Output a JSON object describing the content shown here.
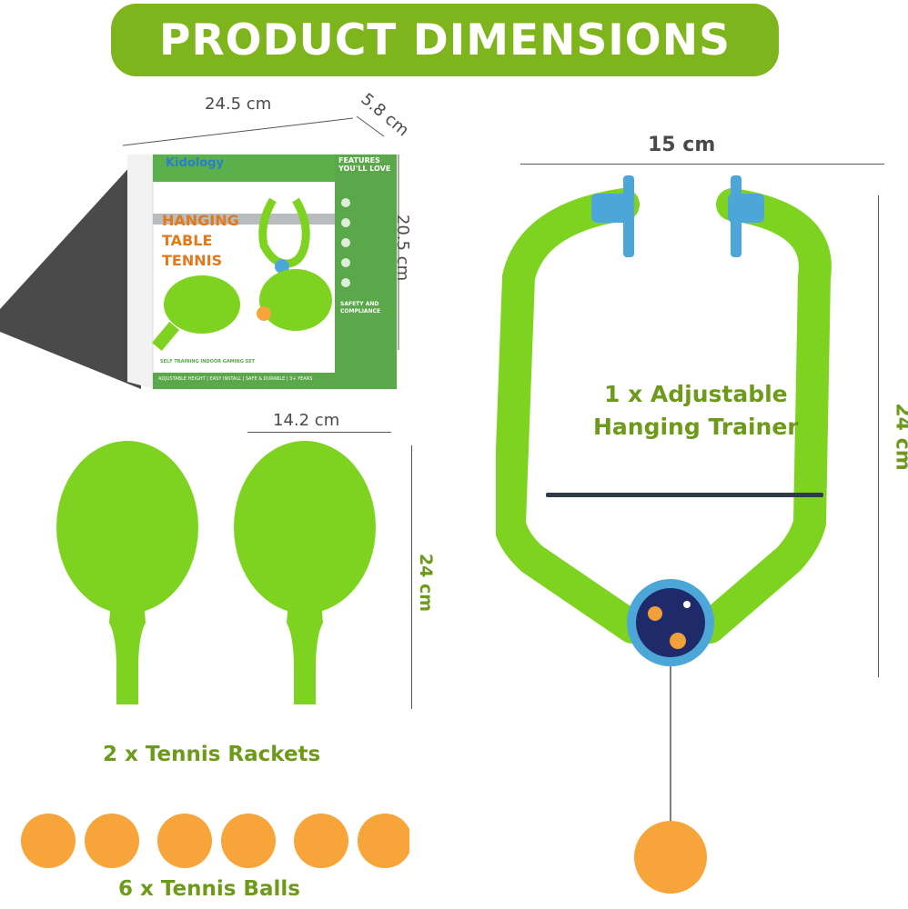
{
  "banner": {
    "title": "PRODUCT DIMENSIONS"
  },
  "box": {
    "width_label": "24.5 cm",
    "depth_label": "5.8 cm",
    "height_label": "20.5 cm",
    "brand": "Kidology",
    "title_line1": "HANGING",
    "title_line2": "TABLE",
    "title_line3": "TENNIS",
    "features_title_line1": "FEATURES",
    "features_title_line2": "YOU'LL LOVE",
    "safety_title_line1": "SAFETY AND",
    "safety_title_line2": "COMPLIANCE",
    "subtitle": "SELF TRAINING INDOOR GAMING SET",
    "footer": "ADJUSTABLE HEIGHT | EASY INSTALL | SAFE & DURABLE | 3+ YEARS"
  },
  "rackets": {
    "width_label": "14.2 cm",
    "height_label": "24 cm",
    "caption": "2 x Tennis Rackets"
  },
  "balls": {
    "caption": "6 x Tennis Balls",
    "count": 6
  },
  "trainer": {
    "width_label": "15 cm",
    "height_label": "24 cm",
    "caption_line1": "1 x Adjustable",
    "caption_line2": "Hanging Trainer"
  },
  "colors": {
    "brand_green": "#7fb51c",
    "racket_green": "#7ed321",
    "ball_orange": "#f7a43a",
    "trainer_blue": "#4ca7d8",
    "label_green": "#6e9a1c"
  }
}
